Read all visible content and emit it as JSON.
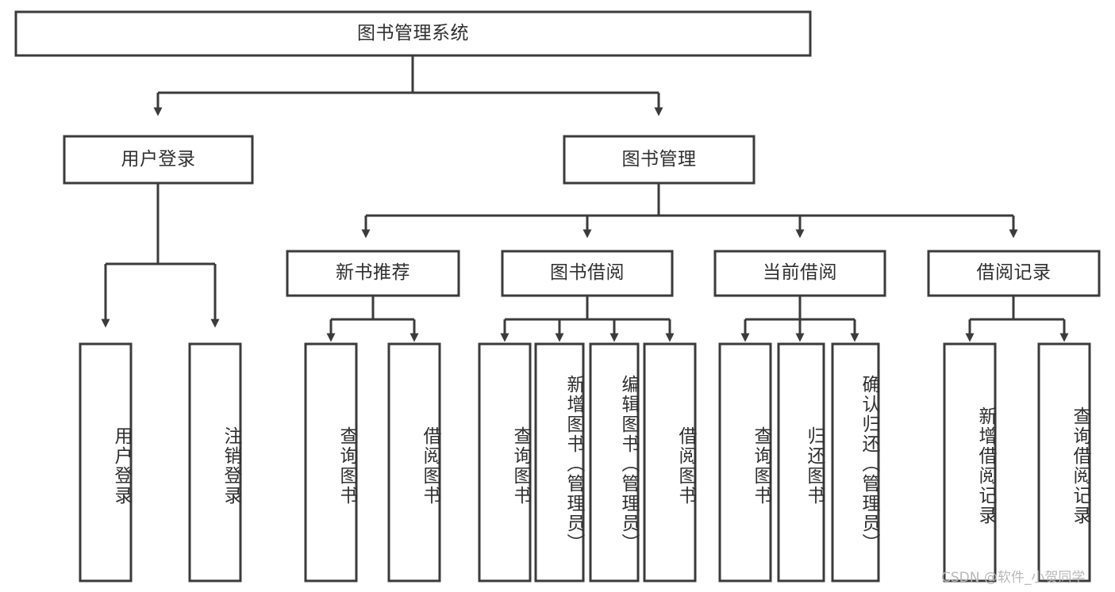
{
  "diagram": {
    "title": "图书管理系统",
    "type": "hierarchical-tree",
    "watermark": "CSDN @软件_小贺同学",
    "colors": {
      "stroke": "#3b3b3b",
      "fill": "#ffffff",
      "text": "#2f2f2f",
      "watermark": "#b8b8b8"
    },
    "nodes": {
      "root": {
        "label": "图书管理系统",
        "level": 1,
        "orientation": "horizontal"
      },
      "level2": [
        {
          "id": "user-login",
          "label": "用户登录",
          "orientation": "horizontal"
        },
        {
          "id": "book-management",
          "label": "图书管理",
          "orientation": "horizontal"
        }
      ],
      "level3": [
        {
          "id": "new-book-recommend",
          "label": "新书推荐",
          "orientation": "horizontal"
        },
        {
          "id": "book-borrow",
          "label": "图书借阅",
          "orientation": "horizontal"
        },
        {
          "id": "current-borrow",
          "label": "当前借阅",
          "orientation": "horizontal"
        },
        {
          "id": "borrow-record",
          "label": "借阅记录",
          "orientation": "horizontal"
        }
      ],
      "leaves": [
        {
          "id": "leaf-user-login",
          "label": "用户登录",
          "parent": "user-login"
        },
        {
          "id": "leaf-user-logout",
          "label": "注销登录",
          "parent": "user-login"
        },
        {
          "id": "leaf-query-book-1",
          "label": "查询图书",
          "parent": "new-book-recommend"
        },
        {
          "id": "leaf-borrow-book-1",
          "label": "借阅图书",
          "parent": "new-book-recommend"
        },
        {
          "id": "leaf-query-book-2",
          "label": "查询图书",
          "parent": "book-borrow"
        },
        {
          "id": "leaf-add-book",
          "label": "新增图书（管理员）",
          "parent": "book-borrow"
        },
        {
          "id": "leaf-edit-book",
          "label": "编辑图书（管理员）",
          "parent": "book-borrow"
        },
        {
          "id": "leaf-borrow-book-2",
          "label": "借阅图书",
          "parent": "book-borrow"
        },
        {
          "id": "leaf-query-book-3",
          "label": "查询图书",
          "parent": "current-borrow"
        },
        {
          "id": "leaf-return-book",
          "label": "归还图书",
          "parent": "current-borrow"
        },
        {
          "id": "leaf-confirm-return",
          "label": "确认归还（管理员）",
          "parent": "current-borrow"
        },
        {
          "id": "leaf-add-record",
          "label": "新增借阅记录",
          "parent": "borrow-record"
        },
        {
          "id": "leaf-query-record",
          "label": "查询借阅记录",
          "parent": "borrow-record"
        }
      ]
    }
  }
}
